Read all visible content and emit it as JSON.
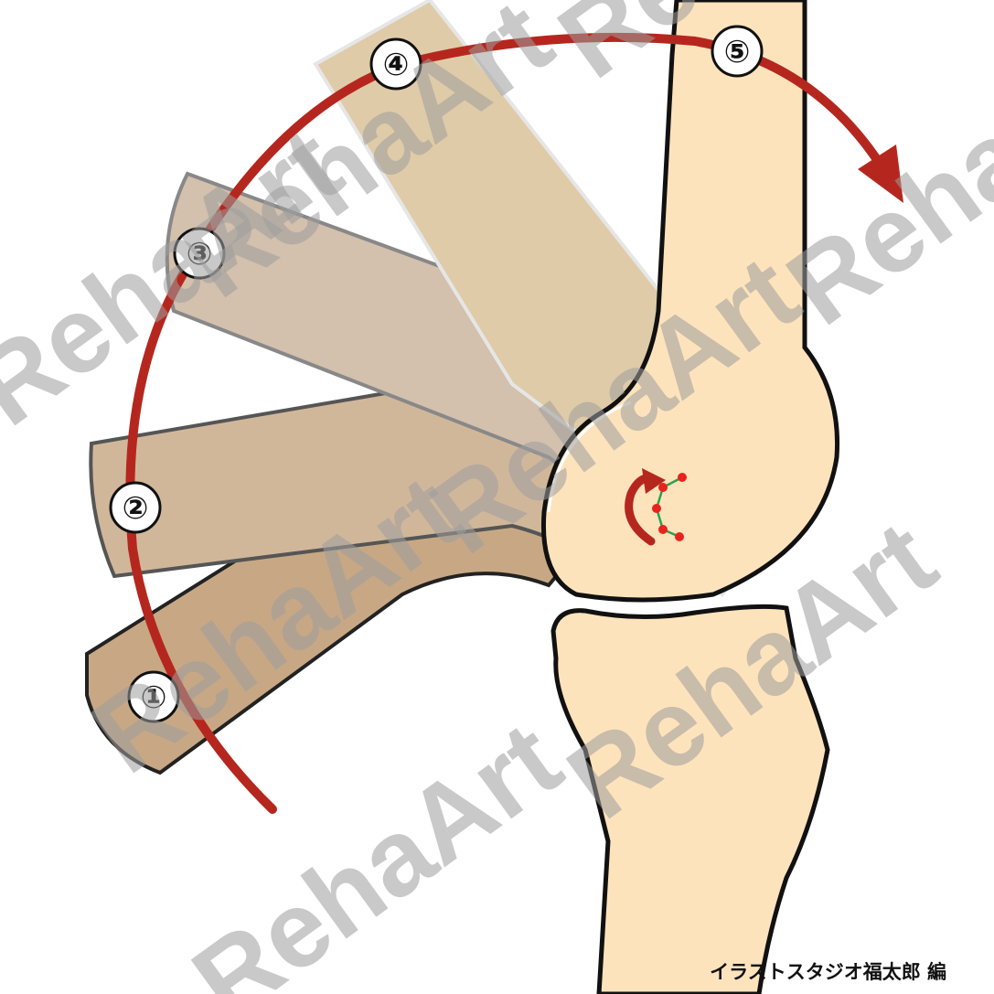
{
  "figure": {
    "step_labels": [
      "①",
      "②",
      "③",
      "④",
      "⑤"
    ],
    "colors": {
      "arc": "#b5271e",
      "bone_fill": "#fde3bc",
      "femur_pos1": "#c8a884",
      "femur_pos2": "#d1b79a",
      "femur_pos3": "#d3c0ad",
      "femur_pos4": "#dfcba8",
      "outline": "#111111",
      "rolling_dots": "#e8231d",
      "rolling_line": "#2aa34a"
    },
    "icons": [
      "rotation-arrow-icon",
      "contact-point-dots"
    ]
  },
  "watermark": {
    "text": "RehaArt"
  },
  "credit": {
    "text": "イラストスタジオ福太郎 編"
  }
}
